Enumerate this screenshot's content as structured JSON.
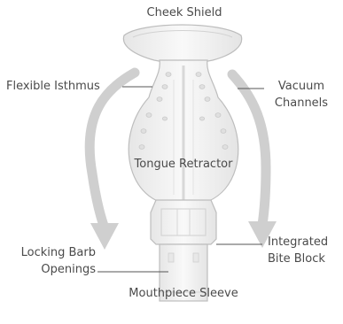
{
  "labels": {
    "cheek_shield": "Cheek Shield",
    "flexible_isthmus": "Flexible Isthmus",
    "vacuum_channels_line1": "Vacuum",
    "vacuum_channels_line2": "Channels",
    "tongue_retractor": "Tongue Retractor",
    "locking_barb_line1": "Locking Barb",
    "locking_barb_line2": "Openings",
    "integrated_bite_block_line1": "Integrated",
    "integrated_bite_block_line2": "Bite Block",
    "mouthpiece_sleeve": "Mouthpiece Sleeve"
  },
  "colors": {
    "label_text": "#4a4a4a",
    "arrow_gray": "#cfcfcf",
    "device_edge": "#bdbdbd",
    "device_fill": "#f2f2f2",
    "leader_line": "#555555"
  }
}
